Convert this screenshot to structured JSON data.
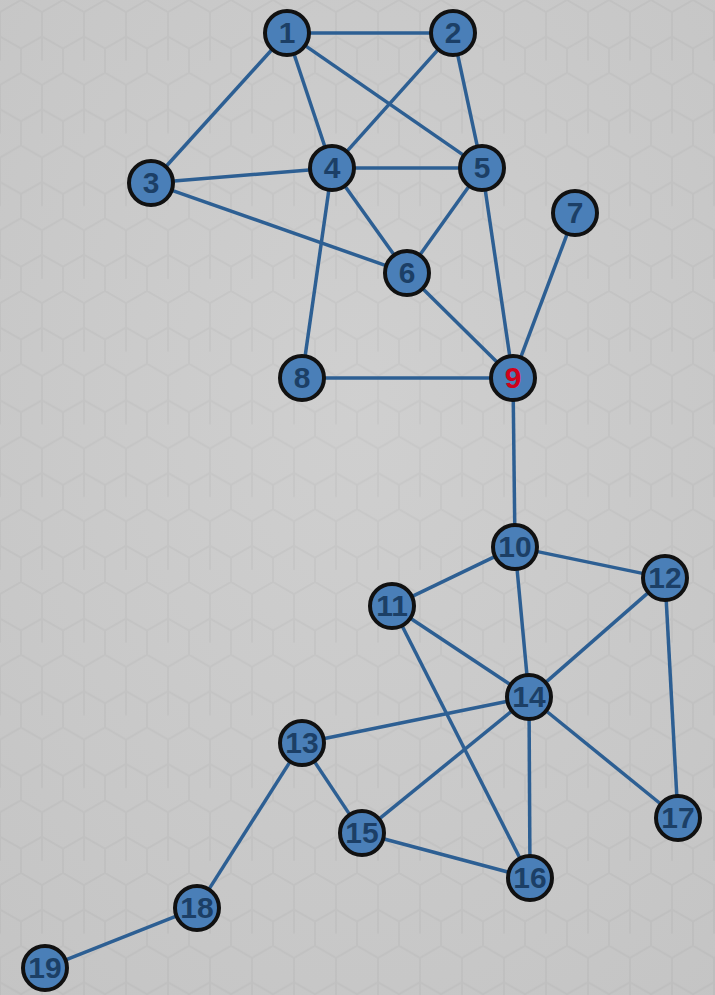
{
  "diagram": {
    "nodes": [
      {
        "text": [
          "1"
        ]
      },
      {
        "text": [
          "2"
        ]
      },
      {
        "text": [
          "3"
        ]
      },
      {
        "text": [
          "4"
        ]
      },
      {
        "text": [
          "5"
        ]
      },
      {
        "text": [
          "6"
        ]
      },
      {
        "text": [
          "7"
        ]
      },
      {
        "text": [
          "8"
        ]
      },
      {
        "text": [
          "9"
        ]
      },
      {
        "text": [
          "10"
        ]
      },
      {
        "text": [
          "11"
        ]
      },
      {
        "text": [
          "12"
        ]
      },
      {
        "text": [
          "13"
        ]
      },
      {
        "text": [
          "14"
        ]
      },
      {
        "text": [
          "15"
        ]
      },
      {
        "text": [
          "16"
        ]
      },
      {
        "text": [
          "17"
        ]
      },
      {
        "text": [
          "18"
        ]
      },
      {
        "text": [
          "19"
        ]
      }
    ],
    "edges": [
      {
        "from": 0,
        "to": 1,
        "arrow": "none"
      },
      {
        "from": 0,
        "to": 2,
        "arrow": "none"
      },
      {
        "from": 0,
        "to": 3,
        "arrow": "none"
      },
      {
        "from": 0,
        "to": 4,
        "arrow": "none"
      },
      {
        "from": 1,
        "to": 3,
        "arrow": "none"
      },
      {
        "from": 1,
        "to": 4,
        "arrow": "none"
      },
      {
        "from": 2,
        "to": 3,
        "arrow": "none"
      },
      {
        "from": 2,
        "to": 5,
        "arrow": "none"
      },
      {
        "from": 3,
        "to": 4,
        "arrow": "none"
      },
      {
        "from": 3,
        "to": 5,
        "arrow": "none"
      },
      {
        "from": 3,
        "to": 7,
        "arrow": "none"
      },
      {
        "from": 4,
        "to": 5,
        "arrow": "none"
      },
      {
        "from": 4,
        "to": 8,
        "arrow": "none"
      },
      {
        "from": 5,
        "to": 8,
        "arrow": "none"
      },
      {
        "from": 6,
        "to": 8,
        "arrow": "none"
      },
      {
        "from": 7,
        "to": 8,
        "arrow": "none"
      },
      {
        "from": 8,
        "to": 9,
        "arrow": "none"
      },
      {
        "from": 9,
        "to": 10,
        "arrow": "none"
      },
      {
        "from": 9,
        "to": 11,
        "arrow": "none"
      },
      {
        "from": 9,
        "to": 13,
        "arrow": "none"
      },
      {
        "from": 10,
        "to": 13,
        "arrow": "none"
      },
      {
        "from": 10,
        "to": 15,
        "arrow": "none"
      },
      {
        "from": 11,
        "to": 13,
        "arrow": "none"
      },
      {
        "from": 11,
        "to": 16,
        "arrow": "none"
      },
      {
        "from": 13,
        "to": 12,
        "arrow": "none"
      },
      {
        "from": 13,
        "to": 14,
        "arrow": "none"
      },
      {
        "from": 13,
        "to": 15,
        "arrow": "none"
      },
      {
        "from": 13,
        "to": 16,
        "arrow": "none"
      },
      {
        "from": 12,
        "to": 14,
        "arrow": "none"
      },
      {
        "from": 12,
        "to": 17,
        "arrow": "none"
      },
      {
        "from": 14,
        "to": 15,
        "arrow": "none"
      },
      {
        "from": 17,
        "to": 18,
        "arrow": "none"
      }
    ]
  }
}
